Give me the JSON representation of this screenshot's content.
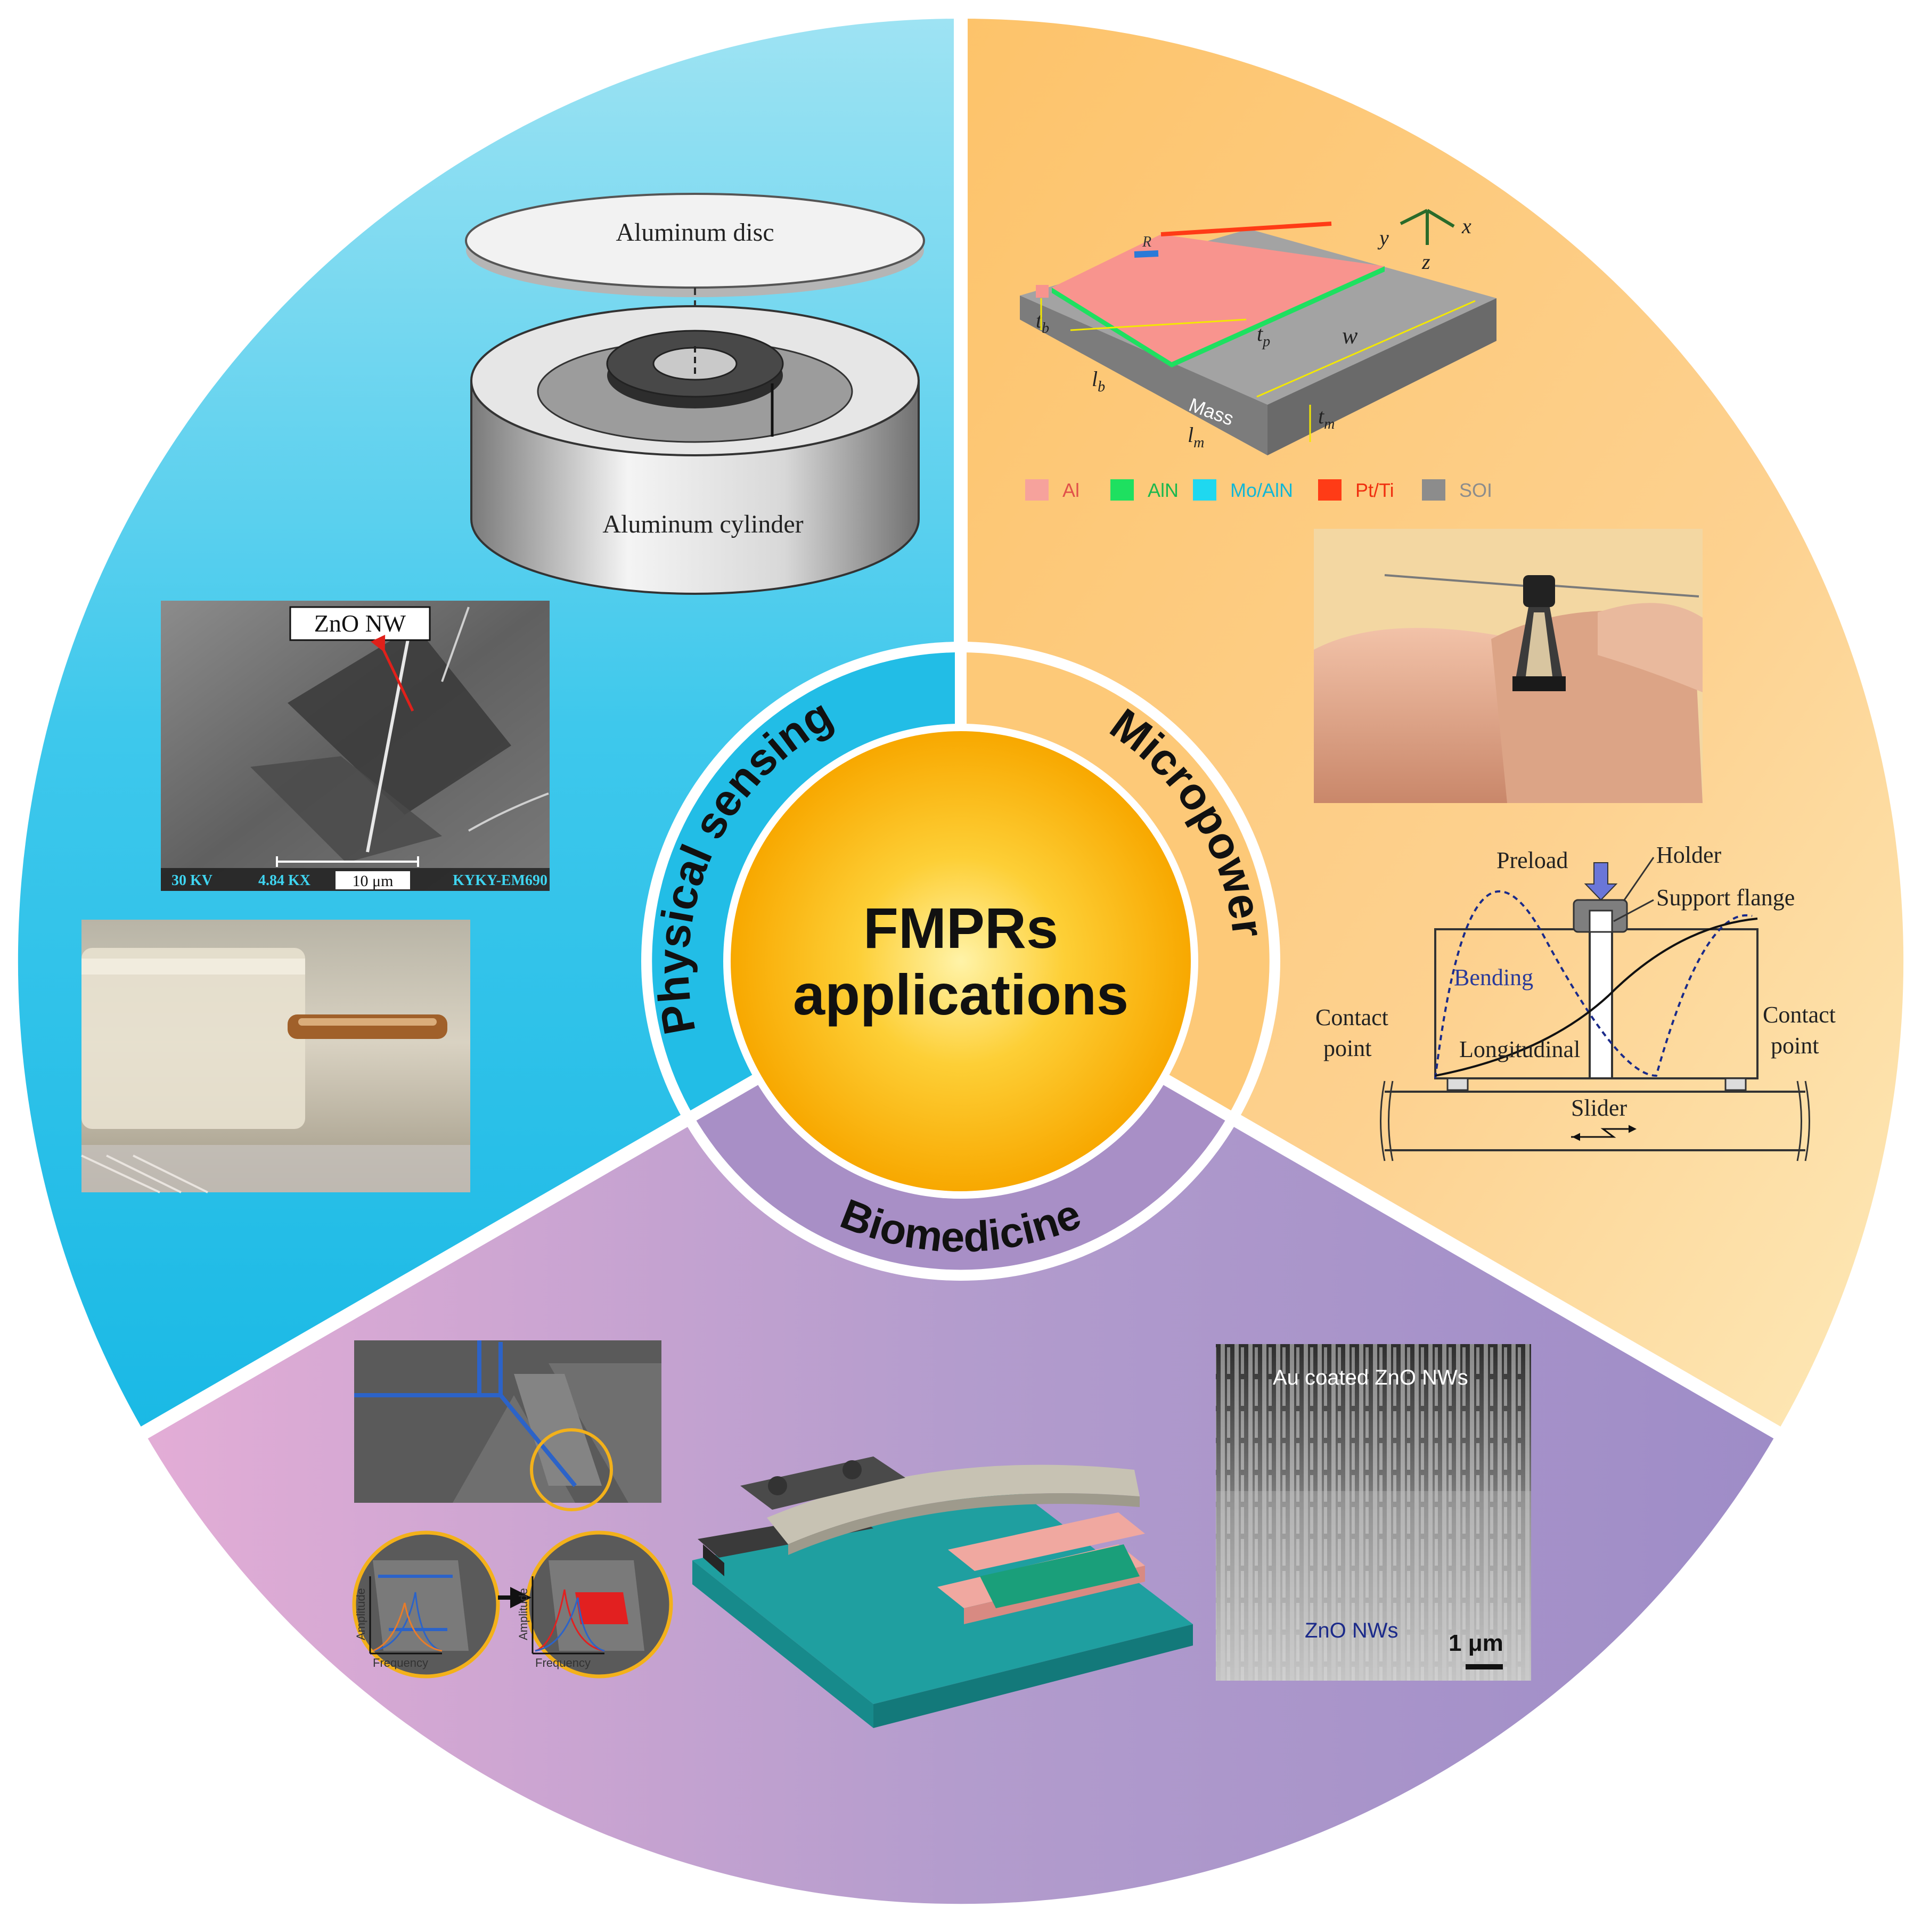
{
  "center": {
    "line1": "FMPRs",
    "line2": "applications"
  },
  "ring_labels": {
    "physical": "Physical sensing",
    "micropower": "Micropower",
    "biomedicine": "Biomedicine"
  },
  "colors": {
    "physical": "#22bde6",
    "micropower": "#fdc978",
    "biomedicine": "#a88fc6",
    "center": "#fdb50a"
  },
  "physical": {
    "disc_label": "Aluminum disc",
    "cylinder_label": "Aluminum cylinder",
    "sem": {
      "tag": "ZnO NW",
      "hv": "30 KV",
      "mag": "4.84 KX",
      "scale": "10 μm",
      "instrument": "KYKY-EM690"
    }
  },
  "micropower": {
    "cantilever": {
      "labels": {
        "R": "R",
        "x": "x",
        "y": "y",
        "z": "z",
        "tb": "t",
        "tb_sub": "b",
        "tp": "t",
        "tp_sub": "p",
        "w": "w",
        "lb": "l",
        "lb_sub": "b",
        "tm": "t",
        "tm_sub": "m",
        "lm": "l",
        "lm_sub": "m",
        "mass": "Mass"
      },
      "legend": [
        {
          "label": "Al",
          "color": "#f6a29c",
          "text_color": "#e0504a"
        },
        {
          "label": "AlN",
          "color": "#1ee060",
          "text_color": "#1bb84e"
        },
        {
          "label": "Mo/AlN",
          "color": "#1fd8f0",
          "text_color": "#12b7d6"
        },
        {
          "label": "Pt/Ti",
          "color": "#ff3b16",
          "text_color": "#f03010"
        },
        {
          "label": "SOI",
          "color": "#8c8c8c",
          "text_color": "#8c8c8c"
        }
      ]
    },
    "motor": {
      "preload": "Preload",
      "holder": "Holder",
      "flange": "Support flange",
      "bending": "Bending",
      "contact_left_1": "Contact",
      "contact_left_2": "point",
      "longitudinal": "Longitudinal",
      "contact_right_1": "Contact",
      "contact_right_2": "point",
      "slider": "Slider"
    }
  },
  "biomedicine": {
    "graph_y": "Amplitude",
    "graph_x": "Frequency",
    "sem_top": "Au coated ZnO NWs",
    "sem_bottom": "ZnO NWs",
    "sem_scale": "1 μm"
  }
}
